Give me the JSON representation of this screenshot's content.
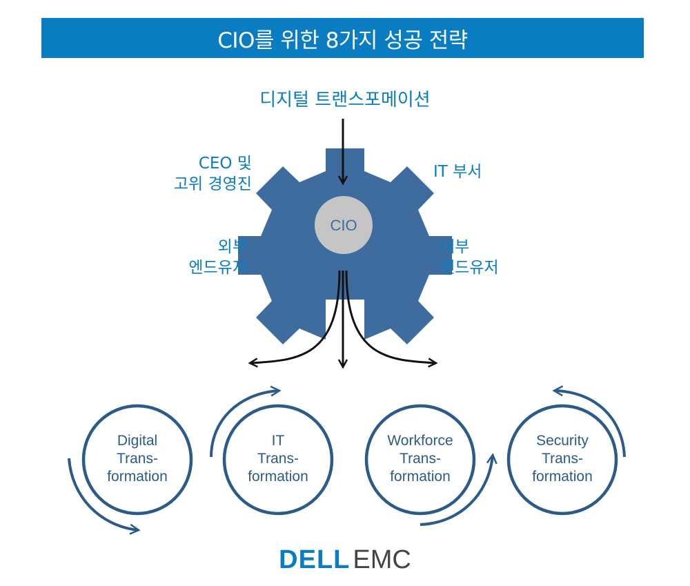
{
  "title": "CIO를 위한 8가지 성공 전략",
  "top_label": "디지털 트랜스포메이션",
  "gear_center_label": "CIO",
  "side_labels": {
    "top_left_line1": "CEO 및",
    "top_left_line2": "고위 경영진",
    "top_right": "IT 부서",
    "bottom_left_line1": "외부",
    "bottom_left_line2": "엔드유저",
    "bottom_right_line1": "내부",
    "bottom_right_line2": "엔드유저"
  },
  "transformations": [
    {
      "line1": "Digital",
      "line2": "Trans-",
      "line3": "formation"
    },
    {
      "line1": "IT",
      "line2": "Trans-",
      "line3": "formation"
    },
    {
      "line1": "Workforce",
      "line2": "Trans-",
      "line3": "formation"
    },
    {
      "line1": "Security",
      "line2": "Trans-",
      "line3": "formation"
    }
  ],
  "logo": {
    "brand": "DELL",
    "suffix": "EMC"
  },
  "colors": {
    "title_bar": "#0a7cc1",
    "label_blue": "#0a7cc1",
    "gear": "#3f6c9f",
    "gear_center": "#c5c5c5",
    "circle_stroke": "#2c5b87",
    "arrow": "#111111"
  }
}
